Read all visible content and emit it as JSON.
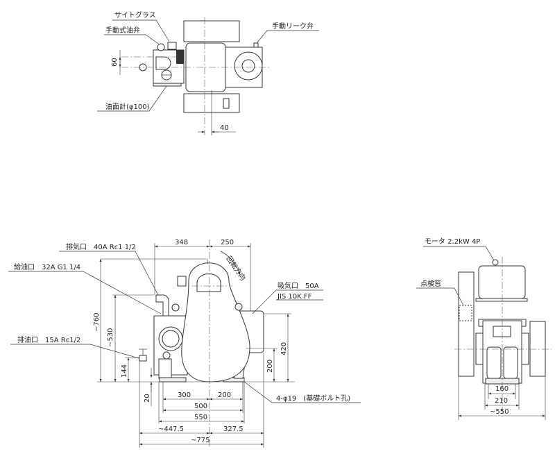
{
  "top_view": {
    "labels": {
      "sight_glass": "サイトグラス",
      "manual_oil_valve": "手動式油弁",
      "manual_leak_valve": "手動リーク弁",
      "oil_level_gauge": "油面計(φ100)"
    },
    "dims": {
      "d60": "60",
      "d40": "40"
    }
  },
  "front_view": {
    "labels": {
      "exhaust_port": "排気口　40A Rc1 1/2",
      "oil_fill_port": "給油口　32A G1 1/4",
      "intake_port": "吸気口　50A",
      "intake_flange": "JIS 10K FF",
      "oil_drain_port": "排油口　15A Rc1/2",
      "bolt_holes": "4-φ19　(基礎ボルト孔)",
      "rotation_direction": "回転方向"
    },
    "dims": {
      "d348": "348",
      "d250": "250",
      "d760": "~760",
      "d530": "~530",
      "d144": "144",
      "d20": "20",
      "d420": "420",
      "d200v": "200",
      "d300": "300",
      "d200h": "200",
      "d500": "500",
      "d550": "550",
      "d447": "~447.5",
      "d327": "327.5",
      "d775": "~775"
    }
  },
  "side_view": {
    "labels": {
      "motor": "モータ 2.2kW 4P",
      "inspection_window": "点検窓"
    },
    "dims": {
      "d160": "160",
      "d210": "210",
      "d550": "~550"
    }
  }
}
